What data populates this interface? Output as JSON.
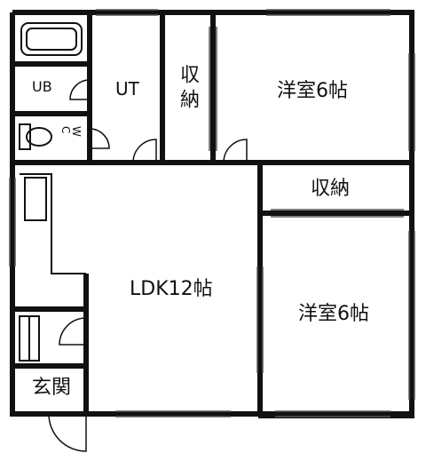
{
  "colors": {
    "wall": "#111111",
    "background": "#ffffff",
    "window": "#555555"
  },
  "rooms": {
    "bath": "UB",
    "utility": "UT",
    "toilet": "W\nC",
    "closet_top": "収納",
    "western_top": "洋室6帖",
    "closet_mid": "収納",
    "ldk": "LDK12帖",
    "western_bottom": "洋室6帖",
    "entrance": "玄関"
  },
  "icons": [
    "bathtub-icon",
    "toilet-icon",
    "kitchen-counter-icon",
    "shoe-rack-icon"
  ]
}
